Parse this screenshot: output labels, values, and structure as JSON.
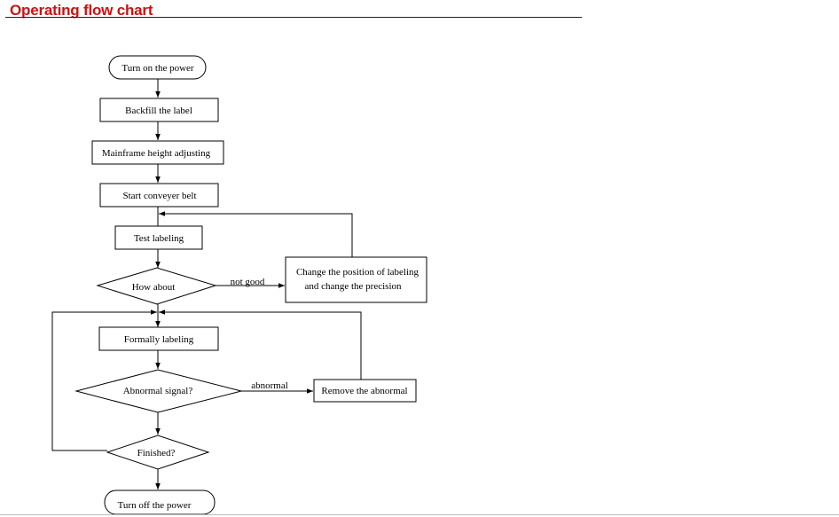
{
  "header": {
    "title": "Operating flow chart"
  },
  "nodes": {
    "power_on": "Turn on the power",
    "backfill": "Backfill the label",
    "mainframe": "Mainframe height adjusting",
    "conveyer": "Start conveyer belt",
    "test_labeling": "Test labeling",
    "how_about": "How about",
    "change_line1": "Change the position of labeling",
    "change_line2": "and change the precision",
    "formally": "Formally labeling",
    "abnormal_signal": "Abnormal signal?",
    "remove_abnormal": "Remove the abnormal",
    "finished": "Finished?",
    "power_off": "Turn off the power"
  },
  "edges": {
    "not_good": "not good",
    "abnormal": "abnormal"
  },
  "colors": {
    "title": "#cc1111",
    "line": "#000000"
  }
}
